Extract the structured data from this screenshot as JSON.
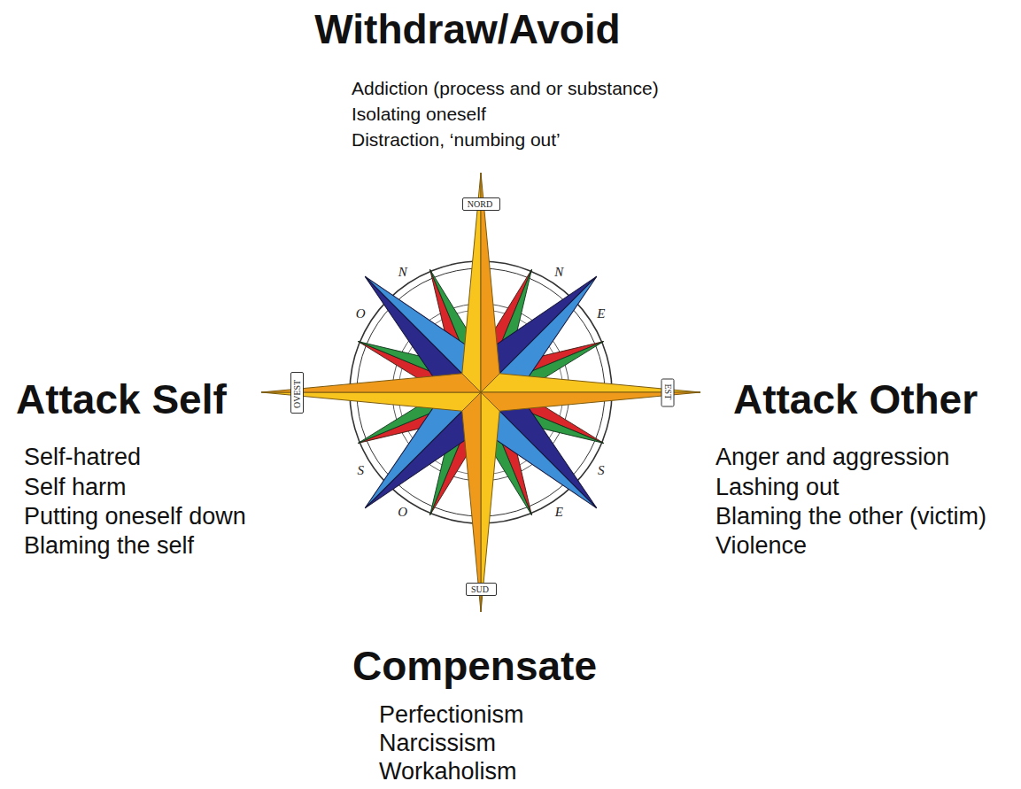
{
  "diagram": {
    "nodes": [
      {
        "text": [
          "NORD"
        ]
      },
      {
        "text": [
          "OVEST"
        ]
      },
      {
        "text": [
          "EST"
        ]
      },
      {
        "text": [
          "SUD"
        ]
      }
    ],
    "labels": [
      "Withdraw/Avoid",
      "Addiction (process and or substance)",
      "Isolating oneself",
      "Distraction, ‘numbing out’",
      "Attack Self",
      "Self-hatred",
      "Self harm",
      "Putting oneself down",
      "Blaming the self",
      "Attack Other",
      "Anger and aggression",
      "Lashing out",
      "Blaming the other (victim)",
      "Violence",
      "Compensate",
      "Perfectionism",
      "Narcissism",
      "Workaholism",
      "O",
      "N",
      "N",
      "E",
      "S",
      "O",
      "S",
      "E"
    ]
  }
}
